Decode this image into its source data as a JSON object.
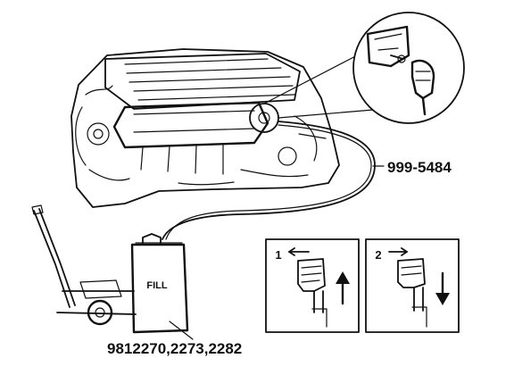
{
  "diagram": {
    "labels": {
      "tool_number": "999-5484",
      "equipment_numbers": "9812270,2273,2282",
      "step_1": "1",
      "step_2": "2",
      "cart_brand": "FILL"
    },
    "icons": {
      "engine": "engine-drawing",
      "detail": "connector-detail-magnifier",
      "cart": "fluid-cart",
      "arrow_up": "arrow-up-icon",
      "arrow_down": "arrow-down-icon",
      "arrow_left": "arrow-left-icon",
      "arrow_right": "arrow-right-icon"
    },
    "colors": {
      "ink": "#111111",
      "paper": "#ffffff"
    }
  }
}
